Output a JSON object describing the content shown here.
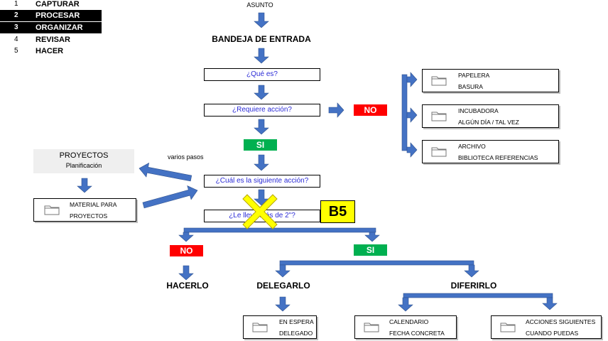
{
  "steps": [
    {
      "num": "1",
      "label": "CAPTURAR"
    },
    {
      "num": "2",
      "label": "PROCESAR"
    },
    {
      "num": "3",
      "label": "ORGANIZAR"
    },
    {
      "num": "4",
      "label": "REVISAR"
    },
    {
      "num": "5",
      "label": "HACER"
    }
  ],
  "asunto": "ASUNTO",
  "bandeja": "BANDEJA DE ENTRADA",
  "questions": {
    "que_es": "¿Qué es?",
    "requiere": "¿Requiere acción?",
    "siguiente": "¿Cuál es la siguiente acción?",
    "lleva": "¿Le lleva más de 2\"?"
  },
  "tags": {
    "no": "NO",
    "si": "SI"
  },
  "folders": {
    "papelera": [
      "PAPELERA",
      "BASURA"
    ],
    "incubadora": [
      "INCUBADORA",
      "ALGÚN DÍA / TAL VEZ"
    ],
    "archivo": [
      "ARCHIVO",
      "BIBLIOTECA REFERENCIAS"
    ],
    "material": [
      "MATERIAL PARA",
      "PROYECTOS"
    ],
    "espera": [
      "EN ESPERA",
      "DELEGADO"
    ],
    "calendario": [
      "CALENDARIO",
      "FECHA CONCRETA"
    ],
    "acciones": [
      "ACCIONES SIGUIENTES",
      "CUANDO PUEDAS"
    ]
  },
  "proyectos": {
    "title": "PROYECTOS",
    "sub": "Planificación"
  },
  "varios_pasos": "varios pasos",
  "outcomes": {
    "hacerlo": "HACERLO",
    "delegarlo": "DELEGARLO",
    "diferirlo": "DIFERIRLO"
  },
  "badge": "B5",
  "colors": {
    "arrow": "#4472c4",
    "no": "#ff0000",
    "si": "#00b050",
    "question_text": "#2b2bd6",
    "badge": "#ffff00"
  }
}
